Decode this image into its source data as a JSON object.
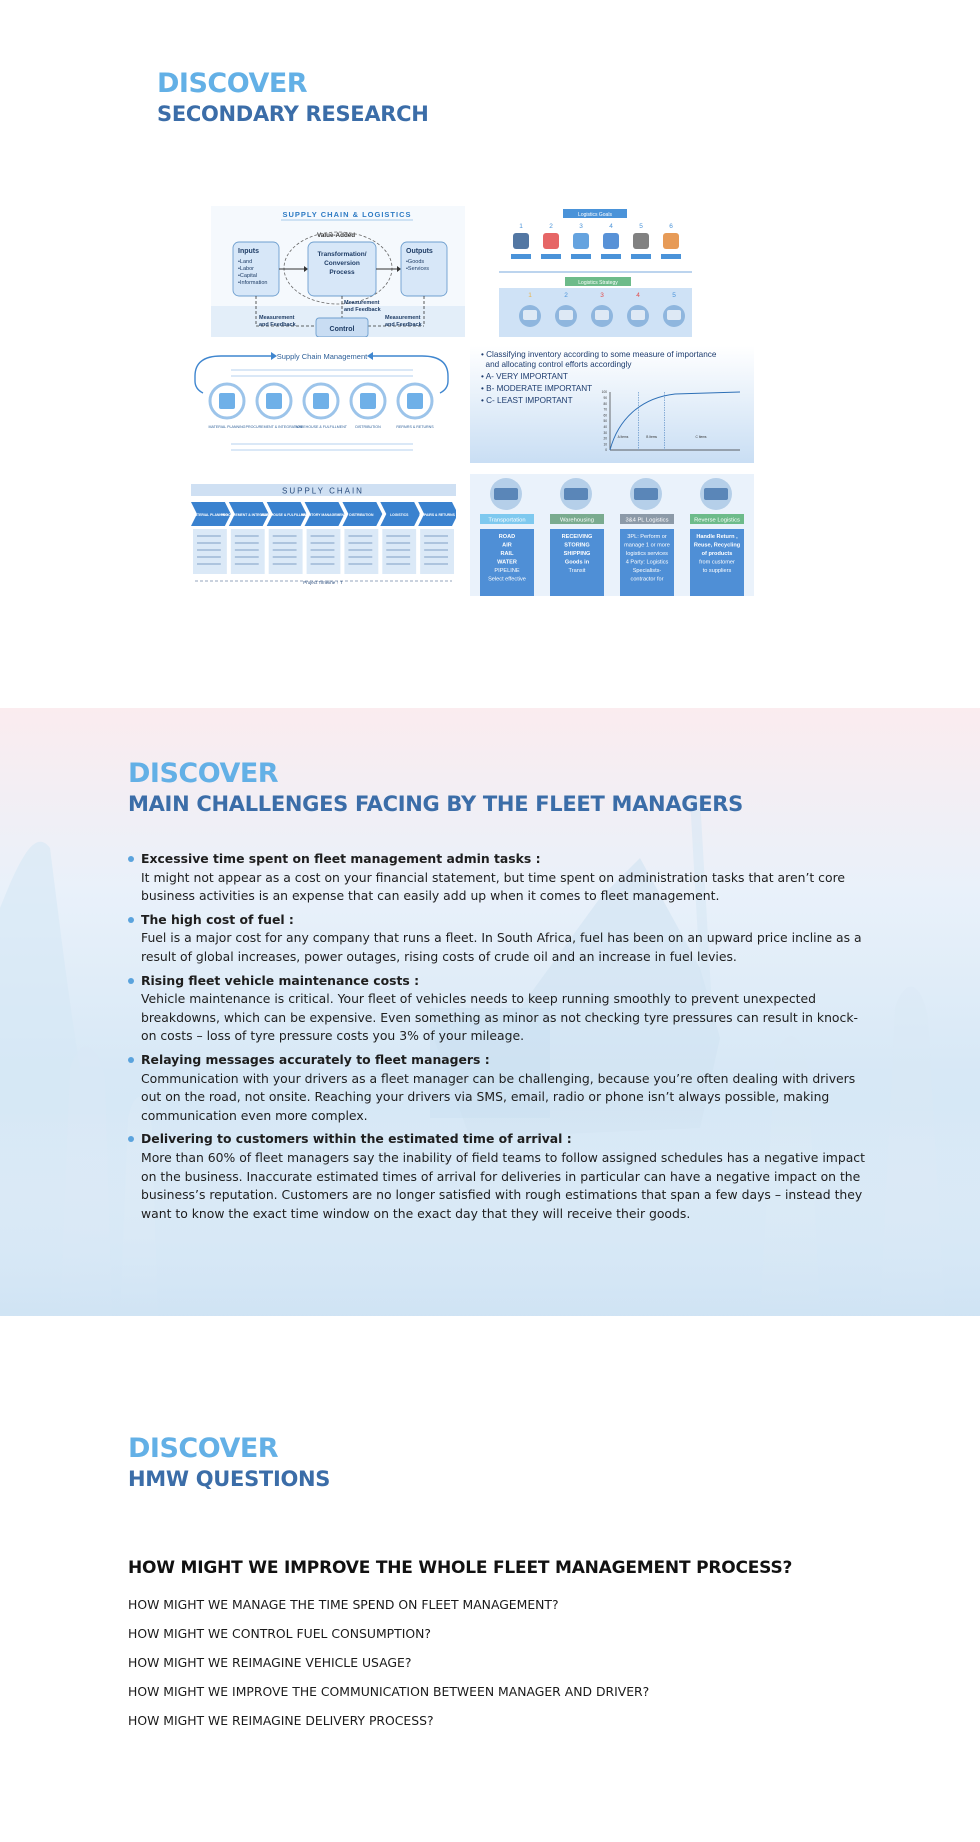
{
  "research": {
    "kicker": "DISCOVER",
    "title": "SECONDARY RESEARCH",
    "panel_scm": {
      "title": "SUPPLY CHAIN & LOGISTICS",
      "value_added": "Value-Added",
      "inputs_title": "Inputs",
      "inputs_items": [
        "•Land",
        "•Labor",
        "•Capital",
        "•Information"
      ],
      "process_title": [
        "Transformation/",
        "Conversion",
        "Process"
      ],
      "outputs_title": "Outputs",
      "outputs_items": [
        "•Goods",
        "•Services"
      ],
      "measure_left": [
        "Measurement",
        "and Feedback"
      ],
      "measure_mid": [
        "Measurement",
        "and Feedback"
      ],
      "measure_right": [
        "Measurement",
        "and Feedback"
      ],
      "control": "Control"
    },
    "panel_goals": {
      "goals_label": "Logistics Goals",
      "goal_numbers": [
        "1",
        "2",
        "3",
        "4",
        "5",
        "6"
      ],
      "strategy_label": "Logistics Strategy",
      "strategy_numbers": [
        "1",
        "2",
        "3",
        "4",
        "5"
      ]
    },
    "panel_cycle": {
      "title": "Supply Chain Management",
      "steps": [
        "MATERIAL PLANNING",
        "PROCUREMENT & INTEGRATION",
        "WAREHOUSE & FULFILLMENT",
        "DISTRIBUTION",
        "REPAIRS & RETURNS"
      ]
    },
    "panel_abc": {
      "lines": [
        "• Classifying inventory according to some measure of importance",
        "  and allocating control efforts accordingly",
        "• A- VERY IMPORTANT",
        "• B- MODERATE IMPORTANT",
        "• C- LEAST IMPORTANT"
      ],
      "y_ticks": [
        "100",
        "90",
        "80",
        "70",
        "60",
        "50",
        "40",
        "30",
        "20",
        "10",
        "0"
      ],
      "class_labels": [
        "A Items",
        "B Items",
        "C Items"
      ]
    },
    "panel_chain": {
      "title": "SUPPLY CHAIN",
      "steps": [
        "MATERIAL PLANNING",
        "PROCUREMENT & INTEGRATION",
        "WAREHOUSE & FULFILLMENT",
        "INVENTORY MANAGEMENT",
        "DISTRIBUTION",
        "LOGISTICS",
        "REPAIRS & RETURNS"
      ],
      "timeline": "Project Timeline ↑ T"
    },
    "panel_types": {
      "labels": [
        "Transportation",
        "Warehousing",
        "3&4 PL Logistics",
        "Reverse Logistics"
      ],
      "cols": [
        [
          "ROAD",
          "AIR",
          "RAIL",
          "WATER",
          "PIPELINE",
          "Select effective"
        ],
        [
          "RECEIVING",
          "STORING",
          "SHIPPING",
          "Goods in",
          "Transit"
        ],
        [
          "3PL: Perform or",
          "manage 1 or more",
          "logistics services",
          "4 Party: Logistics",
          "Specialists-",
          "contractor for"
        ],
        [
          "Handle Return ,",
          "Reuse, Recycling",
          "of products",
          "from customer",
          "to suppliers"
        ]
      ]
    }
  },
  "challenges": {
    "kicker": "DISCOVER",
    "title": "MAIN CHALLENGES FACING BY THE FLEET MANAGERS",
    "items": [
      {
        "title": "Excessive time spent on fleet management admin tasks :",
        "body": "It might not appear as a cost on your financial statement, but time spent on administration tasks that aren’t core business activities is an expense that can easily add up when it comes to fleet management."
      },
      {
        "title": "The high cost of fuel :",
        "body": "Fuel is a major cost for any company that runs a fleet. In South Africa, fuel has been on an upward price incline as a result of global increases, power outages, rising costs of crude oil and an increase in fuel levies."
      },
      {
        "title": "Rising fleet vehicle maintenance costs :",
        "body": "Vehicle maintenance is critical. Your fleet of vehicles needs to keep running smoothly to prevent unexpected breakdowns, which can be expensive. Even something as minor as not checking tyre pressures can result in knock-on costs – loss of tyre pressure costs you 3% of your mileage."
      },
      {
        "title": "Relaying messages accurately to fleet managers :",
        "body": "Communication with your drivers as a fleet manager can be challenging, because you’re often dealing with drivers out on the road, not onsite. Reaching your drivers via SMS, email, radio or phone isn’t always possible, making communication even more complex."
      },
      {
        "title": "Delivering to customers within the estimated time of arrival :",
        "body": "More than 60% of fleet managers say the inability of field teams to follow assigned schedules has a negative impact on the business. Inaccurate estimated times of arrival for deliveries in particular can have a negative impact on the business’s reputation. Customers are no longer satisfied with rough estimations that span a few days – instead they want to know the exact time window on the exact day that they will receive their goods."
      }
    ]
  },
  "hmw": {
    "kicker": "DISCOVER",
    "title": "HMW QUESTIONS",
    "main": "HOW MIGHT WE IMPROVE THE WHOLE FLEET MANAGEMENT PROCESS?",
    "questions": [
      "HOW MIGHT WE MANAGE THE TIME SPEND ON FLEET MANAGEMENT?",
      "HOW MIGHT WE CONTROL FUEL CONSUMPTION?",
      "HOW MIGHT WE REIMAGINE VEHICLE USAGE?",
      "HOW MIGHT WE IMPROVE THE COMMUNICATION BETWEEN MANAGER AND DRIVER?",
      "HOW MIGHT WE REIMAGINE DELIVERY PROCESS?"
    ]
  },
  "colors": {
    "kicker": "#63b0e6",
    "heading": "#3b6da8",
    "bullet": "#5aa3dd"
  }
}
